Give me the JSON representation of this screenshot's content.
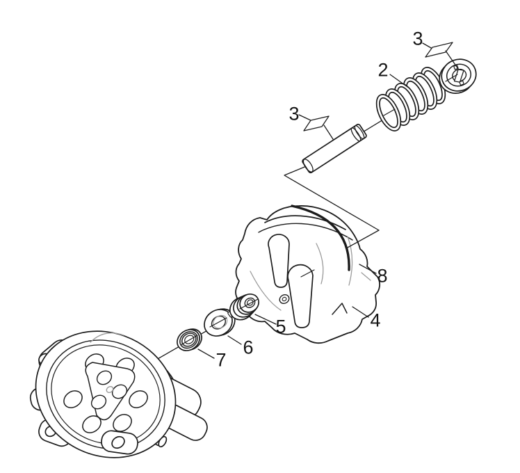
{
  "diagram": {
    "type": "exploded-parts-drawing",
    "background_color": "#ffffff",
    "line_color": "#1c1c1c",
    "shade_color": "#9a9a9a",
    "seal_band_color": "#c3c3c3",
    "callouts": [
      {
        "label": "3",
        "part": "retainer-disc"
      },
      {
        "label": "2",
        "part": "pressure-spring"
      },
      {
        "label": "3",
        "part": "piston-pin"
      },
      {
        "label": "8",
        "part": "o-ring"
      },
      {
        "label": "4",
        "part": "pump-head-housing"
      },
      {
        "label": "5",
        "part": "grooved-bearing-ring"
      },
      {
        "label": "6",
        "part": "washer"
      },
      {
        "label": "7",
        "part": "oil-seal"
      },
      {
        "label": "",
        "part": "cylinder-head-casing"
      }
    ]
  }
}
